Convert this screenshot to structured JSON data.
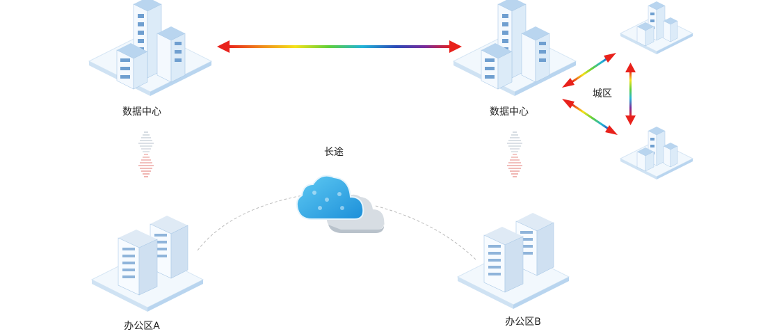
{
  "nodes": {
    "dc_left": {
      "label": "数据中心"
    },
    "dc_right": {
      "label": "数据中心"
    },
    "cloud": {
      "label": "长途"
    },
    "office_a": {
      "label": "办公区A"
    },
    "office_b": {
      "label": "办公区B"
    },
    "city": {
      "label": "城区"
    }
  },
  "colors": {
    "arrow_red": "#e8211b",
    "platform_top": "#f2f8fd",
    "platform_side": "#cfe2f3",
    "building_light": "#eaf3fc",
    "building_mid": "#b9d5ef",
    "building_dark": "#6f9fd0",
    "cloud_blue": "#2aa7e8",
    "dashed_line": "#bbbbbb"
  },
  "gradient_stops": [
    "#e8211b",
    "#f08a1c",
    "#f4e21a",
    "#5fcf3a",
    "#22b3d8",
    "#2b4ab7",
    "#7a2a9a",
    "#d9237a"
  ]
}
